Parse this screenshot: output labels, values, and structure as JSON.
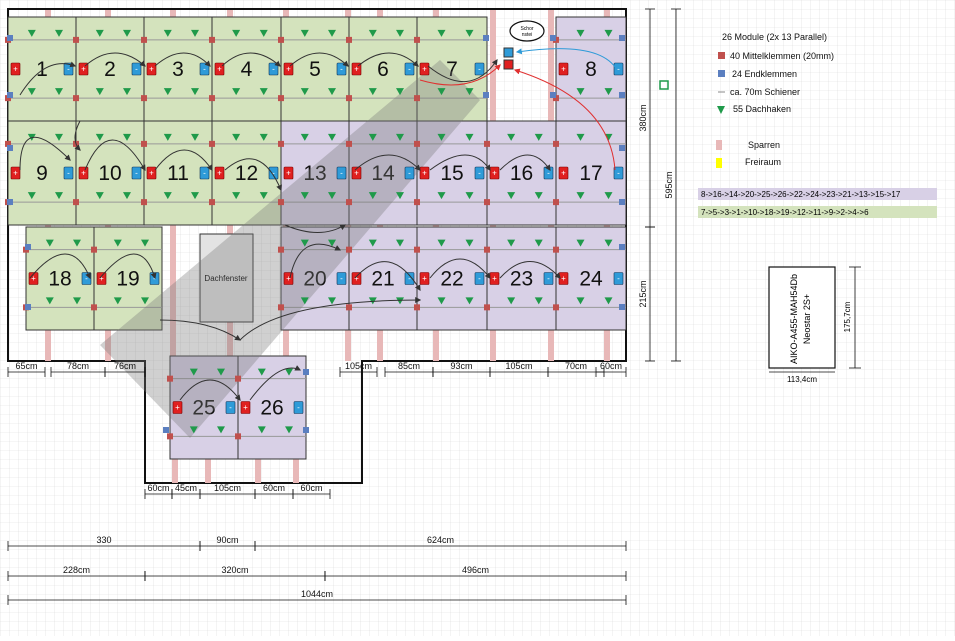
{
  "legend": {
    "modules": "26 Module (2x 13 Parallel)",
    "mid_clamps": "40 Mittelklemmen (20mm)",
    "end_clamps": "24 Endklemmen",
    "rails": "ca. 70m Schiener",
    "roof_hooks": "55 Dachhaken",
    "rafters": "Sparren",
    "free_space": "Freiraum"
  },
  "strings": {
    "purple": "8->16->14->20->25->26->22->24->23->21->13->15->17",
    "green": "7->5->3->1->10->18->19->12->11->9->2->4->6"
  },
  "labels": {
    "skylight": "Dachfenster",
    "chimney_line1": "Schor",
    "chimney_line2": "nstei",
    "module_name_line1": "AIKO-A455-MAH54Db",
    "module_name_line2": "Neostar 2S+",
    "module_width": "113,4cm",
    "module_height": "175,7cm"
  },
  "modules": [
    {
      "n": "1",
      "color": "green"
    },
    {
      "n": "2",
      "color": "green"
    },
    {
      "n": "3",
      "color": "green"
    },
    {
      "n": "4",
      "color": "green"
    },
    {
      "n": "5",
      "color": "green"
    },
    {
      "n": "6",
      "color": "green"
    },
    {
      "n": "7",
      "color": "green"
    },
    {
      "n": "8",
      "color": "purple"
    },
    {
      "n": "9",
      "color": "green"
    },
    {
      "n": "10",
      "color": "green"
    },
    {
      "n": "11",
      "color": "green"
    },
    {
      "n": "12",
      "color": "green"
    },
    {
      "n": "13",
      "color": "purple"
    },
    {
      "n": "14",
      "color": "purple"
    },
    {
      "n": "15",
      "color": "purple"
    },
    {
      "n": "16",
      "color": "purple"
    },
    {
      "n": "17",
      "color": "purple"
    },
    {
      "n": "18",
      "color": "green"
    },
    {
      "n": "19",
      "color": "green"
    },
    {
      "n": "20",
      "color": "purple"
    },
    {
      "n": "21",
      "color": "purple"
    },
    {
      "n": "22",
      "color": "purple"
    },
    {
      "n": "23",
      "color": "purple"
    },
    {
      "n": "24",
      "color": "purple"
    },
    {
      "n": "25",
      "color": "purple"
    },
    {
      "n": "26",
      "color": "purple"
    }
  ],
  "dimensions": {
    "row_top": [
      "65cm",
      "78cm",
      "76cm",
      "105cm",
      "85cm",
      "93cm",
      "105cm",
      "70cm",
      "60cm"
    ],
    "row_bottom": [
      "60cm",
      "45cm",
      "105cm",
      "60cm",
      "60cm"
    ],
    "total_a": [
      "330",
      "90cm",
      "624cm"
    ],
    "total_b": [
      "228cm",
      "320cm",
      "496cm"
    ],
    "total_c": "1044cm",
    "vertical_upper": "380cm",
    "vertical_total": "595cm",
    "vertical_lower": "215cm"
  },
  "colors": {
    "green_module": "#d4e3bd",
    "purple_module": "#d8d0e6",
    "rafter": "#e8b8b8",
    "free_space": "#ffff00",
    "mid_clamp": "#c0504d",
    "end_clamp": "#2f9bd8",
    "roof_hook": "#1f9a4a"
  }
}
